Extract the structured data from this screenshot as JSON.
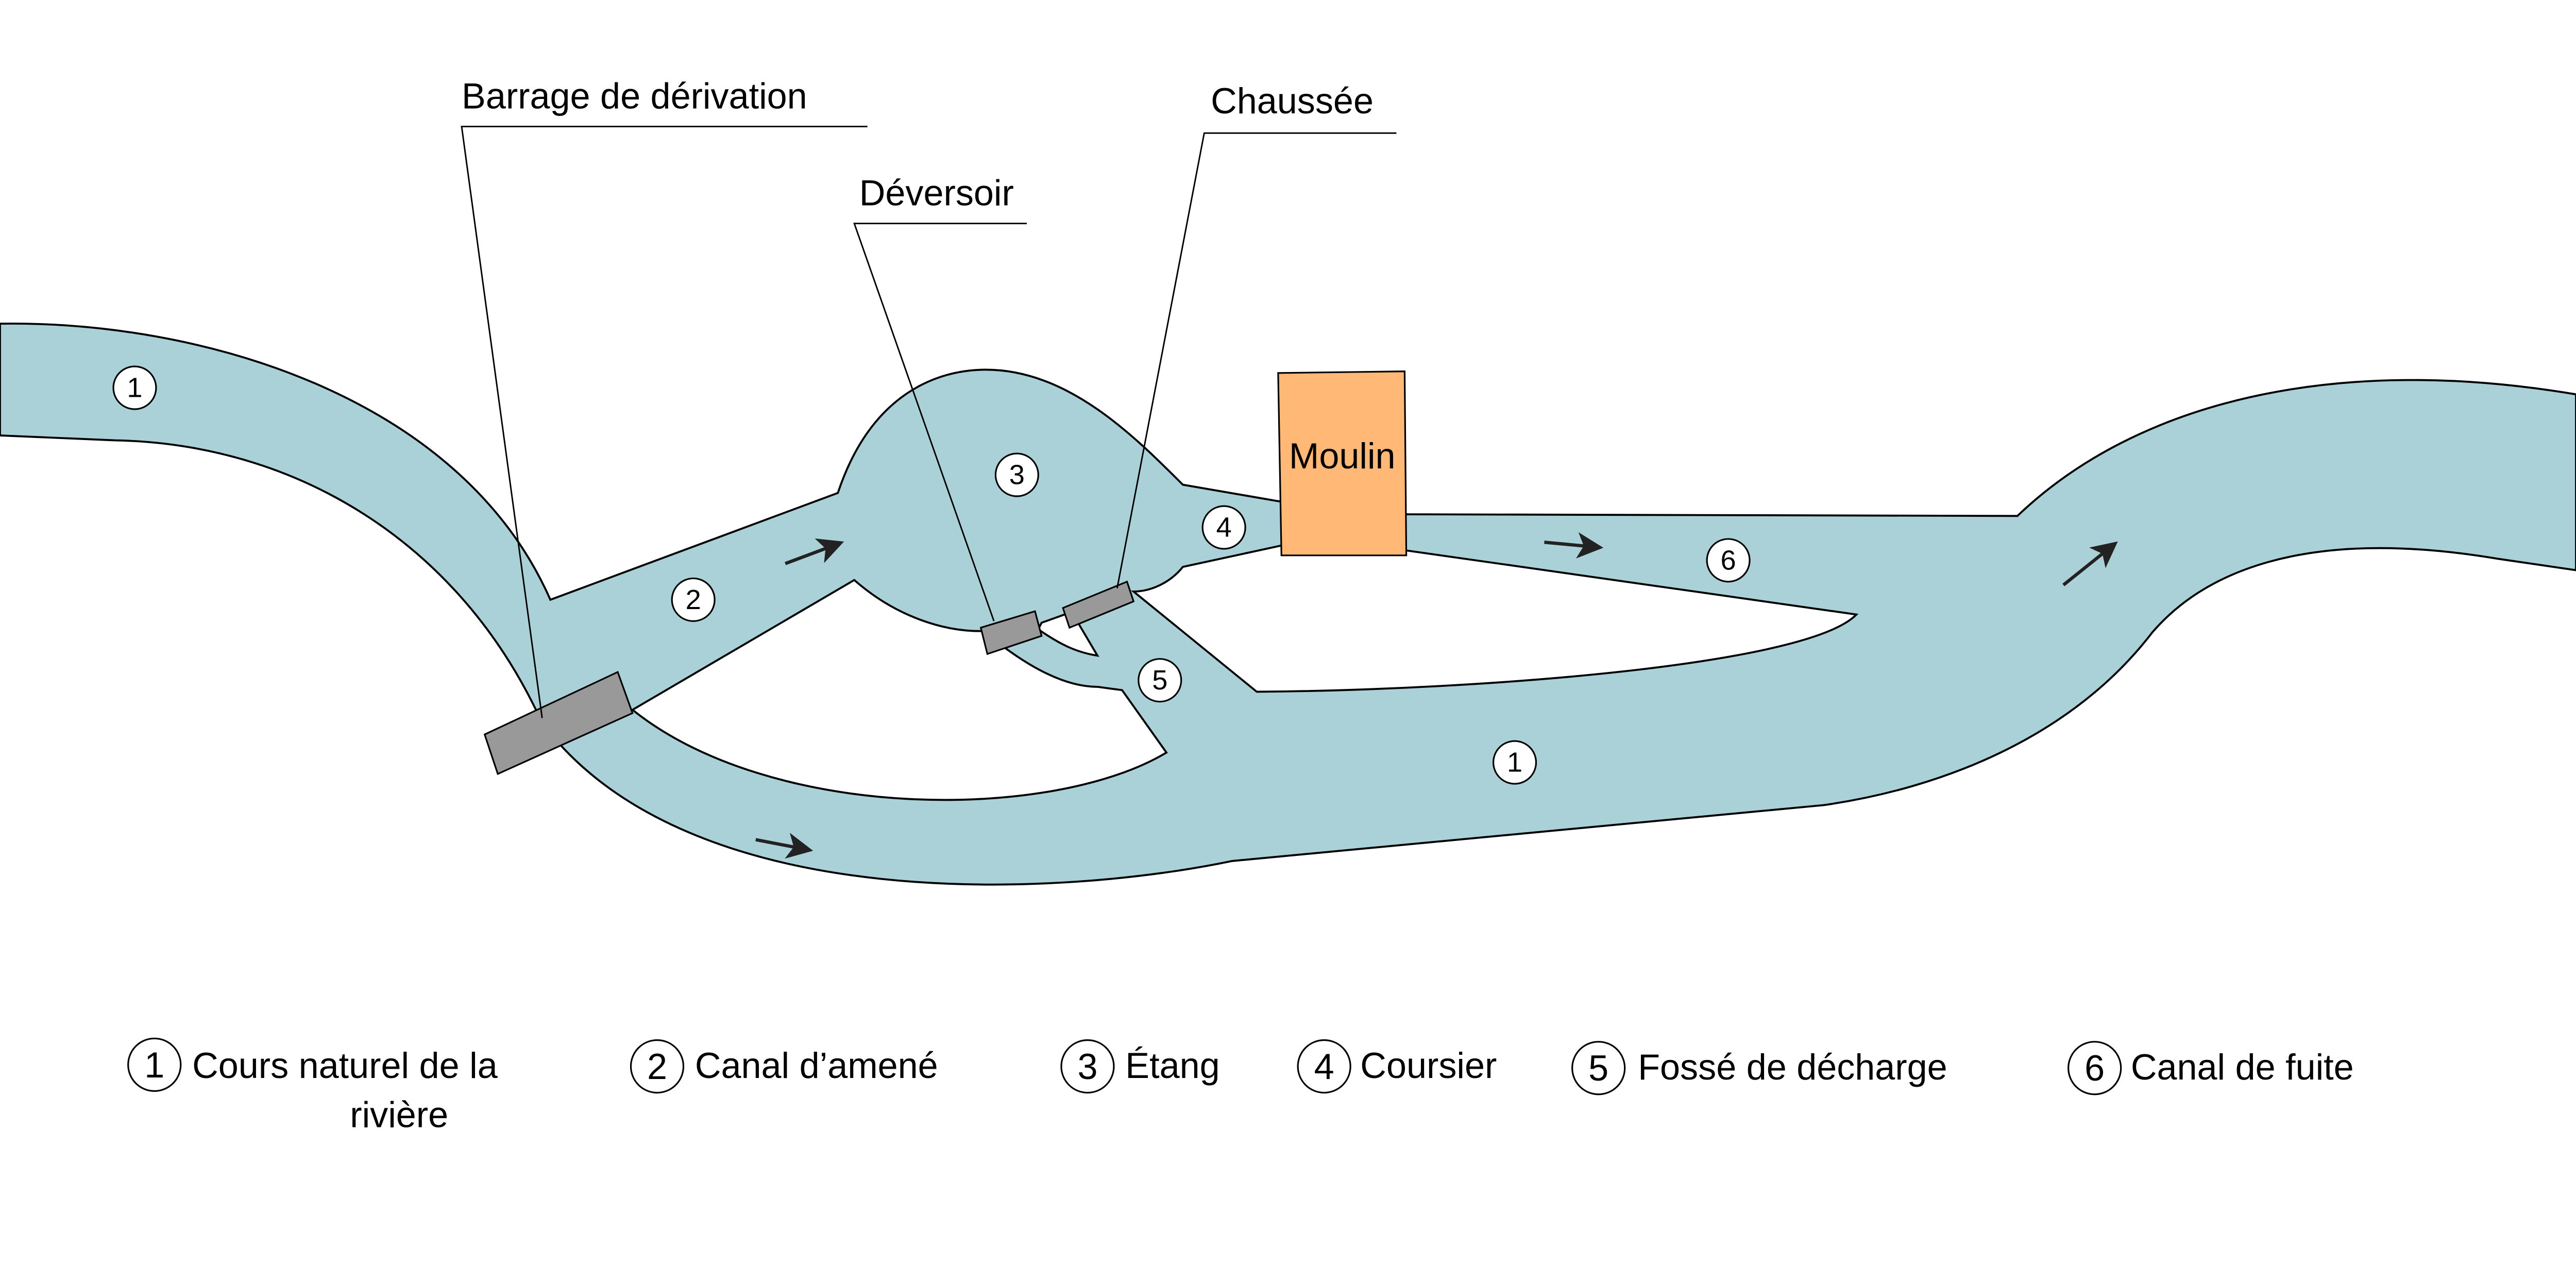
{
  "colors": {
    "water": "#aad1d8",
    "mill": "#ffb876",
    "gate": "#999999",
    "outline": "#000000"
  },
  "callouts": {
    "barrage": "Barrage de dérivation",
    "deversoir": "Déversoir",
    "chaussee": "Chaussée"
  },
  "mill_label": "Moulin",
  "markers": [
    "1",
    "2",
    "3",
    "4",
    "5",
    "6",
    "1"
  ],
  "legend": [
    {
      "num": "1",
      "label": "Cours naturel de la",
      "label2": "rivière"
    },
    {
      "num": "2",
      "label": "Canal d’amené"
    },
    {
      "num": "3",
      "label": "Étang"
    },
    {
      "num": "4",
      "label": "Coursier"
    },
    {
      "num": "5",
      "label": "Fossé de décharge"
    },
    {
      "num": "6",
      "label": "Canal de fuite"
    }
  ]
}
